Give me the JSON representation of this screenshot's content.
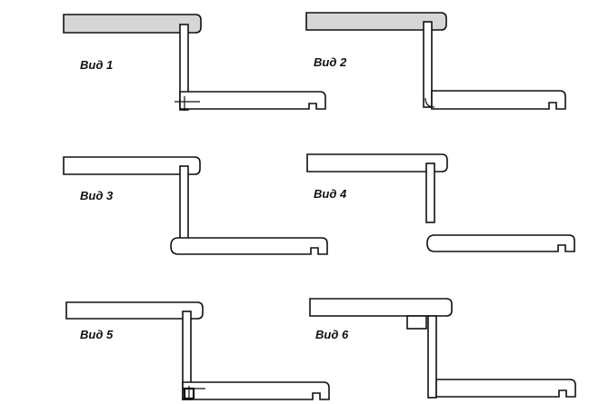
{
  "labels": {
    "v1": "Вид 1",
    "v2": "Вид 2",
    "v3": "Вид 3",
    "v4": "Вид 4",
    "v5": "Вид 5",
    "v6": "Вид 6"
  }
}
